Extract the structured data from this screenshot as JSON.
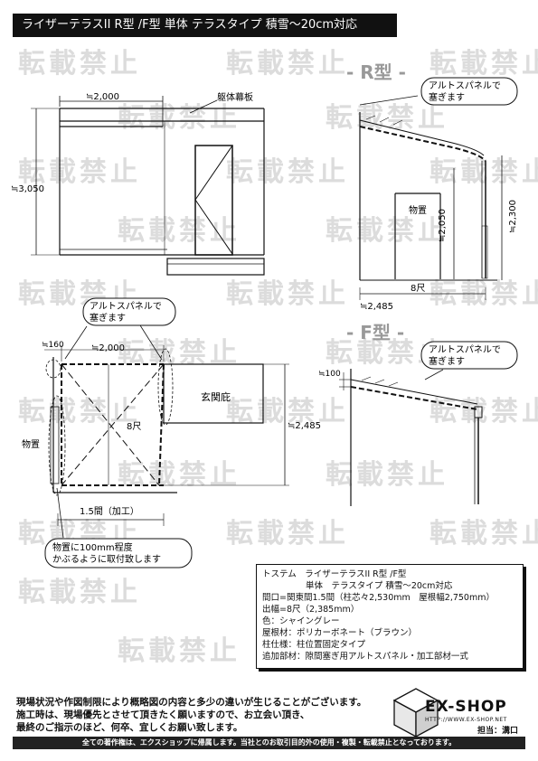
{
  "header": {
    "title": "ライザーテラスII R型 /F型 単体 テラスタイプ 積雪～20cm対応"
  },
  "watermark": {
    "text": "転載禁止"
  },
  "r_type": {
    "section_label": "- R型 -",
    "width_dim": "≒2,000",
    "height_dim": "≒3,050",
    "wall_label": "躯体幕板",
    "callout": [
      "アルトスパネルで",
      "塞ぎます"
    ],
    "storage_label": "物置",
    "storage_dim": "≒2,050",
    "total_height": "≒2,300",
    "depth_shaku": "8尺",
    "depth_dim": "≒2,485"
  },
  "plan": {
    "callout": [
      "アルトスパネルで",
      "塞ぎます"
    ],
    "dim_160": "≒160",
    "dim_2000": "≒2,000",
    "entrance": "玄関庇",
    "depth_shaku": "8尺",
    "depth_dim": "≒2,485",
    "storage": "物置",
    "width_label": "1.5間（加工）",
    "note": [
      "物置に100mm程度",
      "かぶるように取付致します"
    ]
  },
  "f_type": {
    "section_label": "- F型 -",
    "callout": [
      "アルトスパネルで",
      "塞ぎます"
    ],
    "dim_100": "≒100"
  },
  "spec": {
    "line1": "トステム　ライザーテラスII R型 /F型",
    "line2": "単体　テラスタイプ 積雪～20cm対応",
    "line3": "間口=関東間1.5間（柱芯々2,530mm　屋根幅2,750mm）",
    "line4": "出幅=8尺（2,385mm）",
    "line5": "色：シャイングレー",
    "line6": "屋根材：ポリカーボネート（ブラウン）",
    "line7": "柱仕様：柱位置固定タイプ",
    "line8": "追加部材：隙間塞ぎ用アルトスパネル・加工部材一式"
  },
  "notes": {
    "line1": "現場状況や作図制限により概略図の内容と多少の違いが生じることがございます。",
    "line2": "施工時は、現場優先とさせて頂きたく願いますので、お立会い頂き、",
    "line3": "最終のご指示のほど、何卒、宜しくお願い致します。"
  },
  "brand": {
    "name": "EX-SHOP",
    "url": "HTTP://WWW.EX-SHOP.NET",
    "rep": "担当：溝口"
  },
  "footer": {
    "text": "全ての著作権は、エクスショップに帰属します。当社とのお取引目的外の使用・複製・転載禁止となっております。"
  }
}
